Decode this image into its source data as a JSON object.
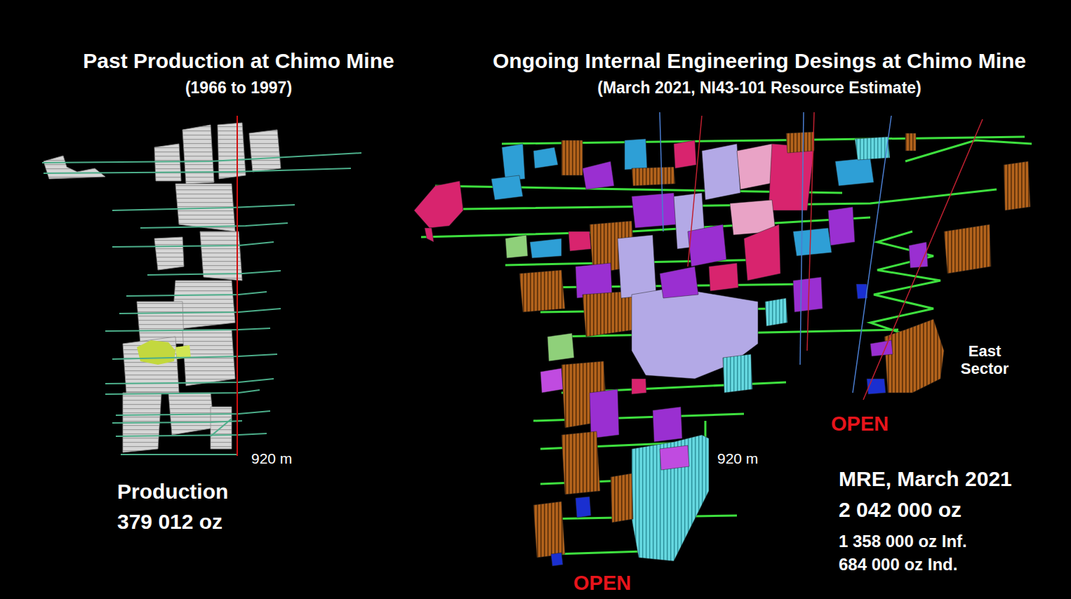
{
  "diagram": {
    "labels": [
      "Past Production at Chimo Mine",
      "(1966 to 1997)",
      "Ongoing Internal Engineering Desings at Chimo Mine",
      "(March 2021, NI43-101 Resource Estimate)",
      "920 m",
      "Production",
      "379 012 oz",
      "920 m",
      "East Sector",
      "OPEN",
      "OPEN",
      "MRE, March 2021",
      "2 042 000 oz",
      "1 358 000 oz Inf.",
      "684 000 oz Ind."
    ]
  }
}
